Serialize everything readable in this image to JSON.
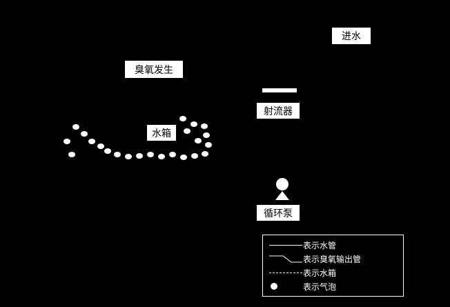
{
  "colors": {
    "background": "#000000",
    "box_fill": "#ffffff",
    "box_text": "#000000",
    "line": "#ffffff",
    "legend_text": "#ffffff"
  },
  "nodes": {
    "inlet": {
      "label": "进水"
    },
    "ozone_generator": {
      "label": "臭氧发生"
    },
    "jet": {
      "label": "射流器"
    },
    "tank": {
      "label": "水箱"
    },
    "pump": {
      "label": "循环泵"
    }
  },
  "legend": {
    "items": [
      {
        "symbol": "solid-line",
        "label": "表示水管"
      },
      {
        "symbol": "bent-line",
        "label": "表示臭氧输出管"
      },
      {
        "symbol": "dashed-line",
        "label": "表示水箱"
      },
      {
        "symbol": "circle",
        "label": "表示气泡"
      }
    ]
  },
  "bubbles": [
    [
      110,
      184
    ],
    [
      122,
      194
    ],
    [
      97,
      205
    ],
    [
      133,
      205
    ],
    [
      146,
      212
    ],
    [
      104,
      224
    ],
    [
      156,
      219
    ],
    [
      170,
      224
    ],
    [
      186,
      227
    ],
    [
      202,
      226
    ],
    [
      218,
      224
    ],
    [
      234,
      227
    ],
    [
      250,
      224
    ],
    [
      266,
      228
    ],
    [
      282,
      226
    ],
    [
      297,
      223
    ],
    [
      265,
      172
    ],
    [
      281,
      180
    ],
    [
      296,
      183
    ],
    [
      271,
      190
    ],
    [
      299,
      196
    ],
    [
      287,
      204
    ],
    [
      302,
      210
    ]
  ]
}
